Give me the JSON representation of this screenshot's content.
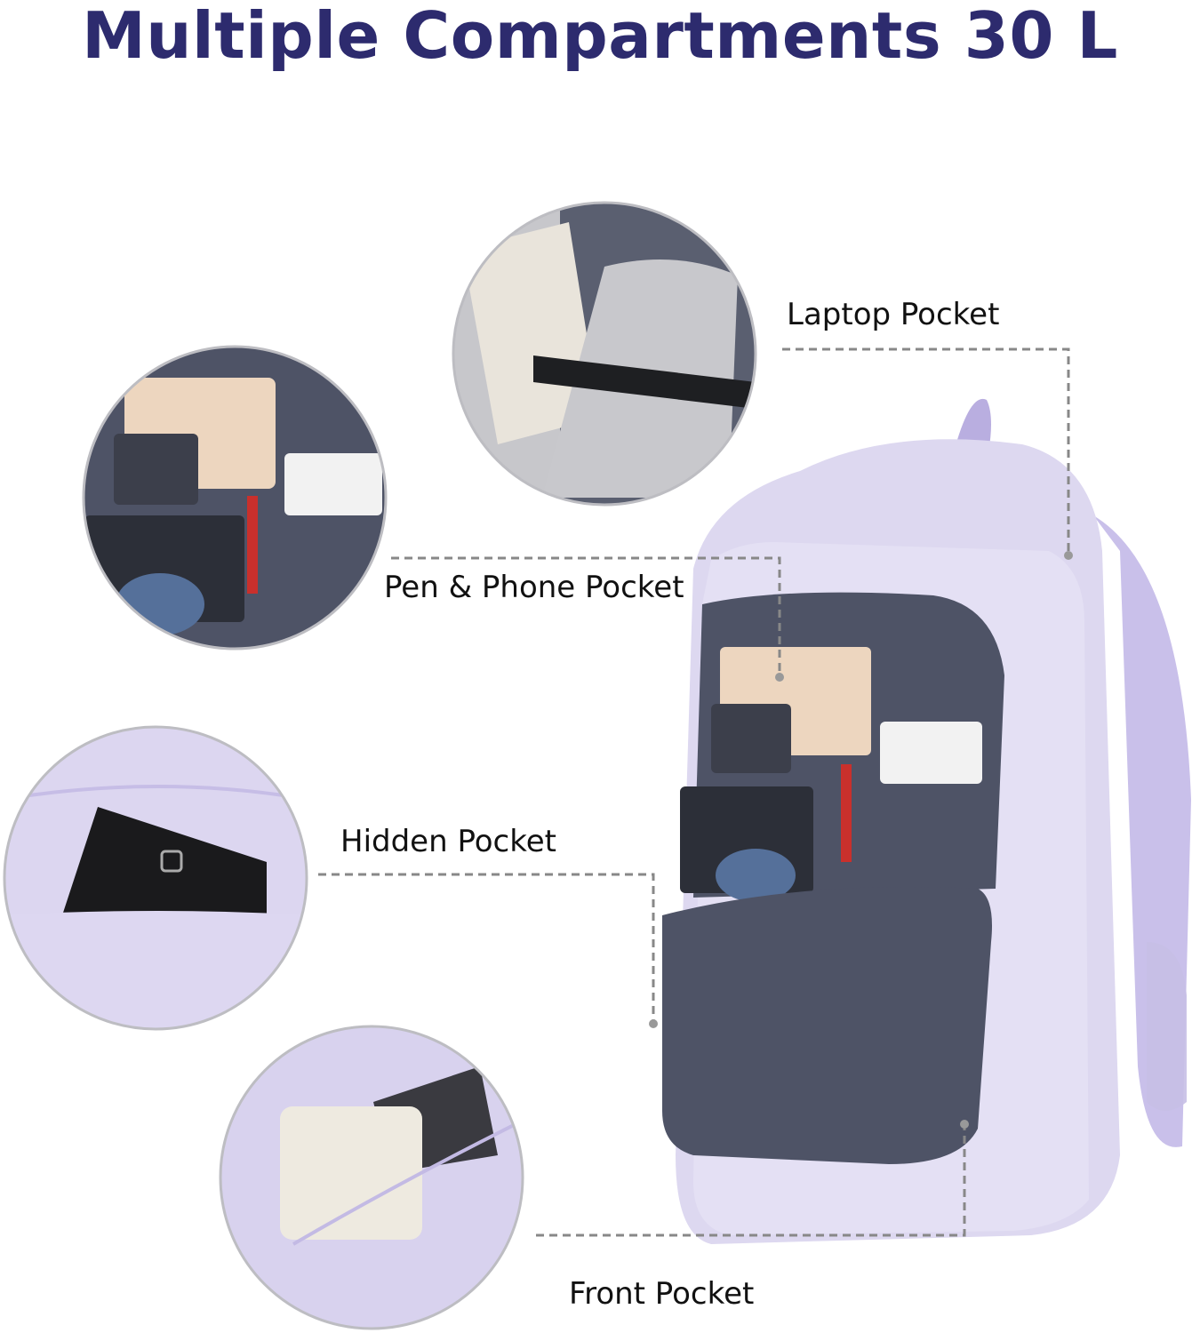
{
  "title": "Multiple Compartments 30 L",
  "labels": {
    "laptop": "Laptop Pocket",
    "pen_phone": "Pen & Phone Pocket",
    "hidden": "Hidden Pocket",
    "front": "Front Pocket"
  },
  "colors": {
    "title": "#2d2b6e",
    "backpack": "#d9d3ee",
    "lining": "#4e5366",
    "leader": "#888888"
  }
}
